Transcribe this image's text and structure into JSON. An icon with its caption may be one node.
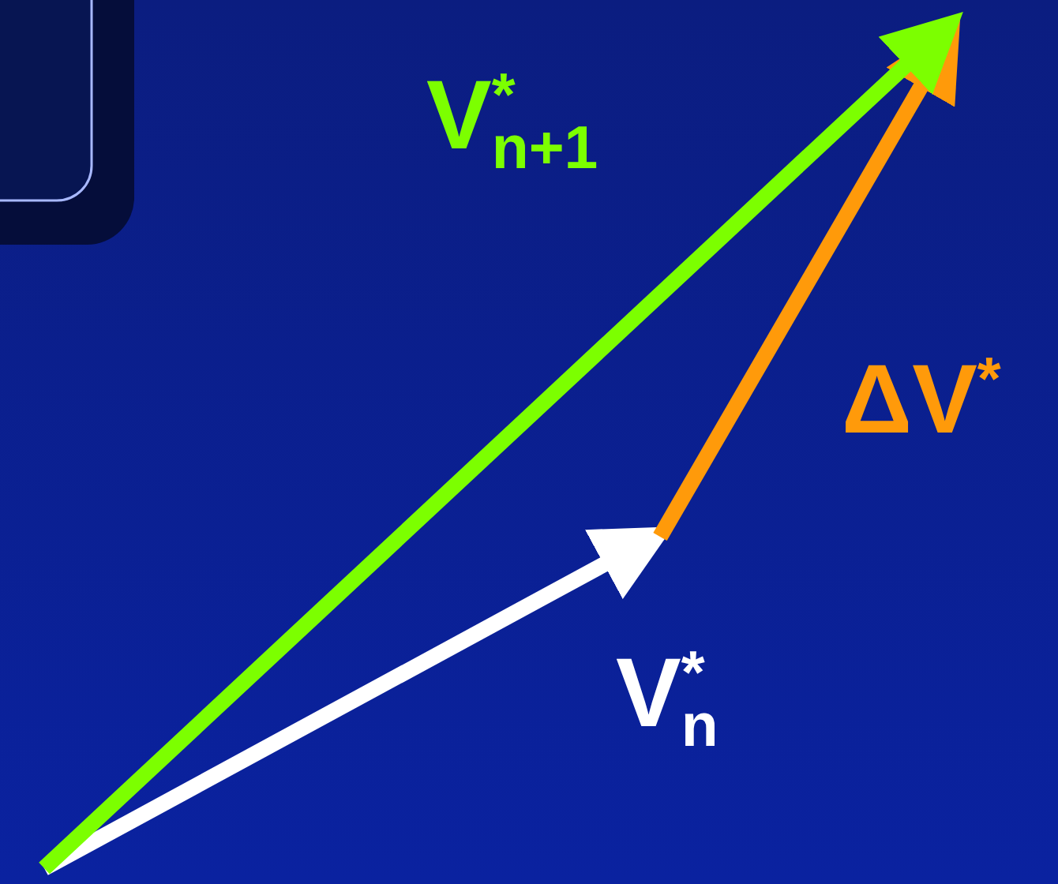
{
  "diagram": {
    "labels": [
      "V$^{*}$$_{n+1}$",
      "ΔV$^{*}$",
      "V$^{*}$$_{n}$"
    ]
  }
}
